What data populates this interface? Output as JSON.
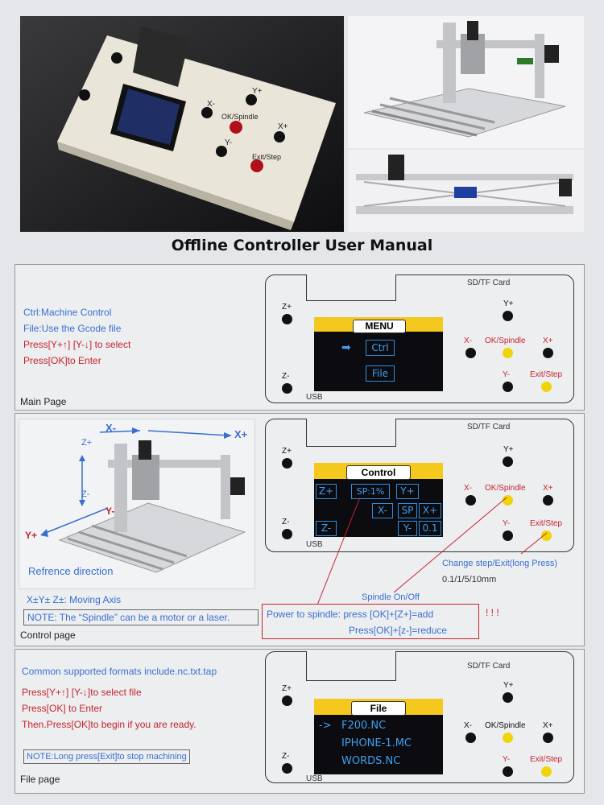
{
  "title": "Offline Controller User Manual",
  "photo_controller": {
    "labels": {
      "x_minus": "X-",
      "y_plus": "Y+",
      "ok_spindle": "OK/Spindle",
      "x_plus": "X+",
      "y_minus": "Y-",
      "exit_step": "Exit/Step"
    }
  },
  "device": {
    "sd_label": "SD/TF Card",
    "usb": "USB",
    "z_plus": "Z+",
    "z_minus": "Z-",
    "y_plus": "Y+",
    "y_minus": "Y-",
    "x_minus": "X-",
    "x_plus": "X+",
    "ok_spindle": "OK/Spindle",
    "exit_step": "Exit/Step"
  },
  "main_page": {
    "caption": "Main Page",
    "lines": [
      "Ctrl:Machine Control",
      "File:Use the Gcode file",
      "Press[Y+↑] [Y-↓] to select",
      "Press[OK]to Enter"
    ],
    "lcd": {
      "title": "MENU",
      "item1": "Ctrl",
      "item2": "File",
      "arrow": "➡"
    }
  },
  "control_page": {
    "caption": "Control page",
    "axis_x_minus": "X-",
    "axis_x_plus": "X+",
    "axis_z_plus": "Z+",
    "axis_z_minus": "Z-",
    "axis_y_minus": "Y-",
    "axis_y_plus": "Y+",
    "reference": "Refrence direction",
    "moving_axis": "X±Y±  Z±: Moving Axis",
    "note": "NOTE: The “Spindle” can be a motor or a laser.",
    "lcd": {
      "title": "Control",
      "zplus": "Z+",
      "sp": "SP:1%",
      "yplus": "Y+",
      "xminus": "X-",
      "spbtn": "SP",
      "xplus": "X+",
      "zminus": "Z-",
      "yminus": "Y-",
      "step": "0.1"
    },
    "change_step": "Change step/Exit(long Press)",
    "step_values": "0.1/1/5/10mm",
    "spindle_onoff": "Spindle On/Off",
    "power_line1": "Power to spindle: press [OK]+[Z+]=add",
    "power_line2": "Press[OK]+[z-]=reduce",
    "exclaim": "! ! !"
  },
  "file_page": {
    "caption": "File page",
    "lines": [
      "Common supported formats include.nc.txt.tap",
      "Press[Y+↑] [Y-↓]to select file",
      "Press[OK] to Enter",
      "Then.Press[OK]to begin if you are ready."
    ],
    "note": "NOTE:Long press[Exit]to stop machining",
    "lcd": {
      "title": "File",
      "f1": "F200.NC",
      "f2": "IPHONE-1.MC",
      "f3": "WORDS.NC",
      "arrow": "->"
    }
  },
  "colors": {
    "accent_blue": "#3a6fd0",
    "note_red": "#c6232f",
    "lcd_yellow": "#f4c81c",
    "button_yellow": "#f0d40a"
  }
}
